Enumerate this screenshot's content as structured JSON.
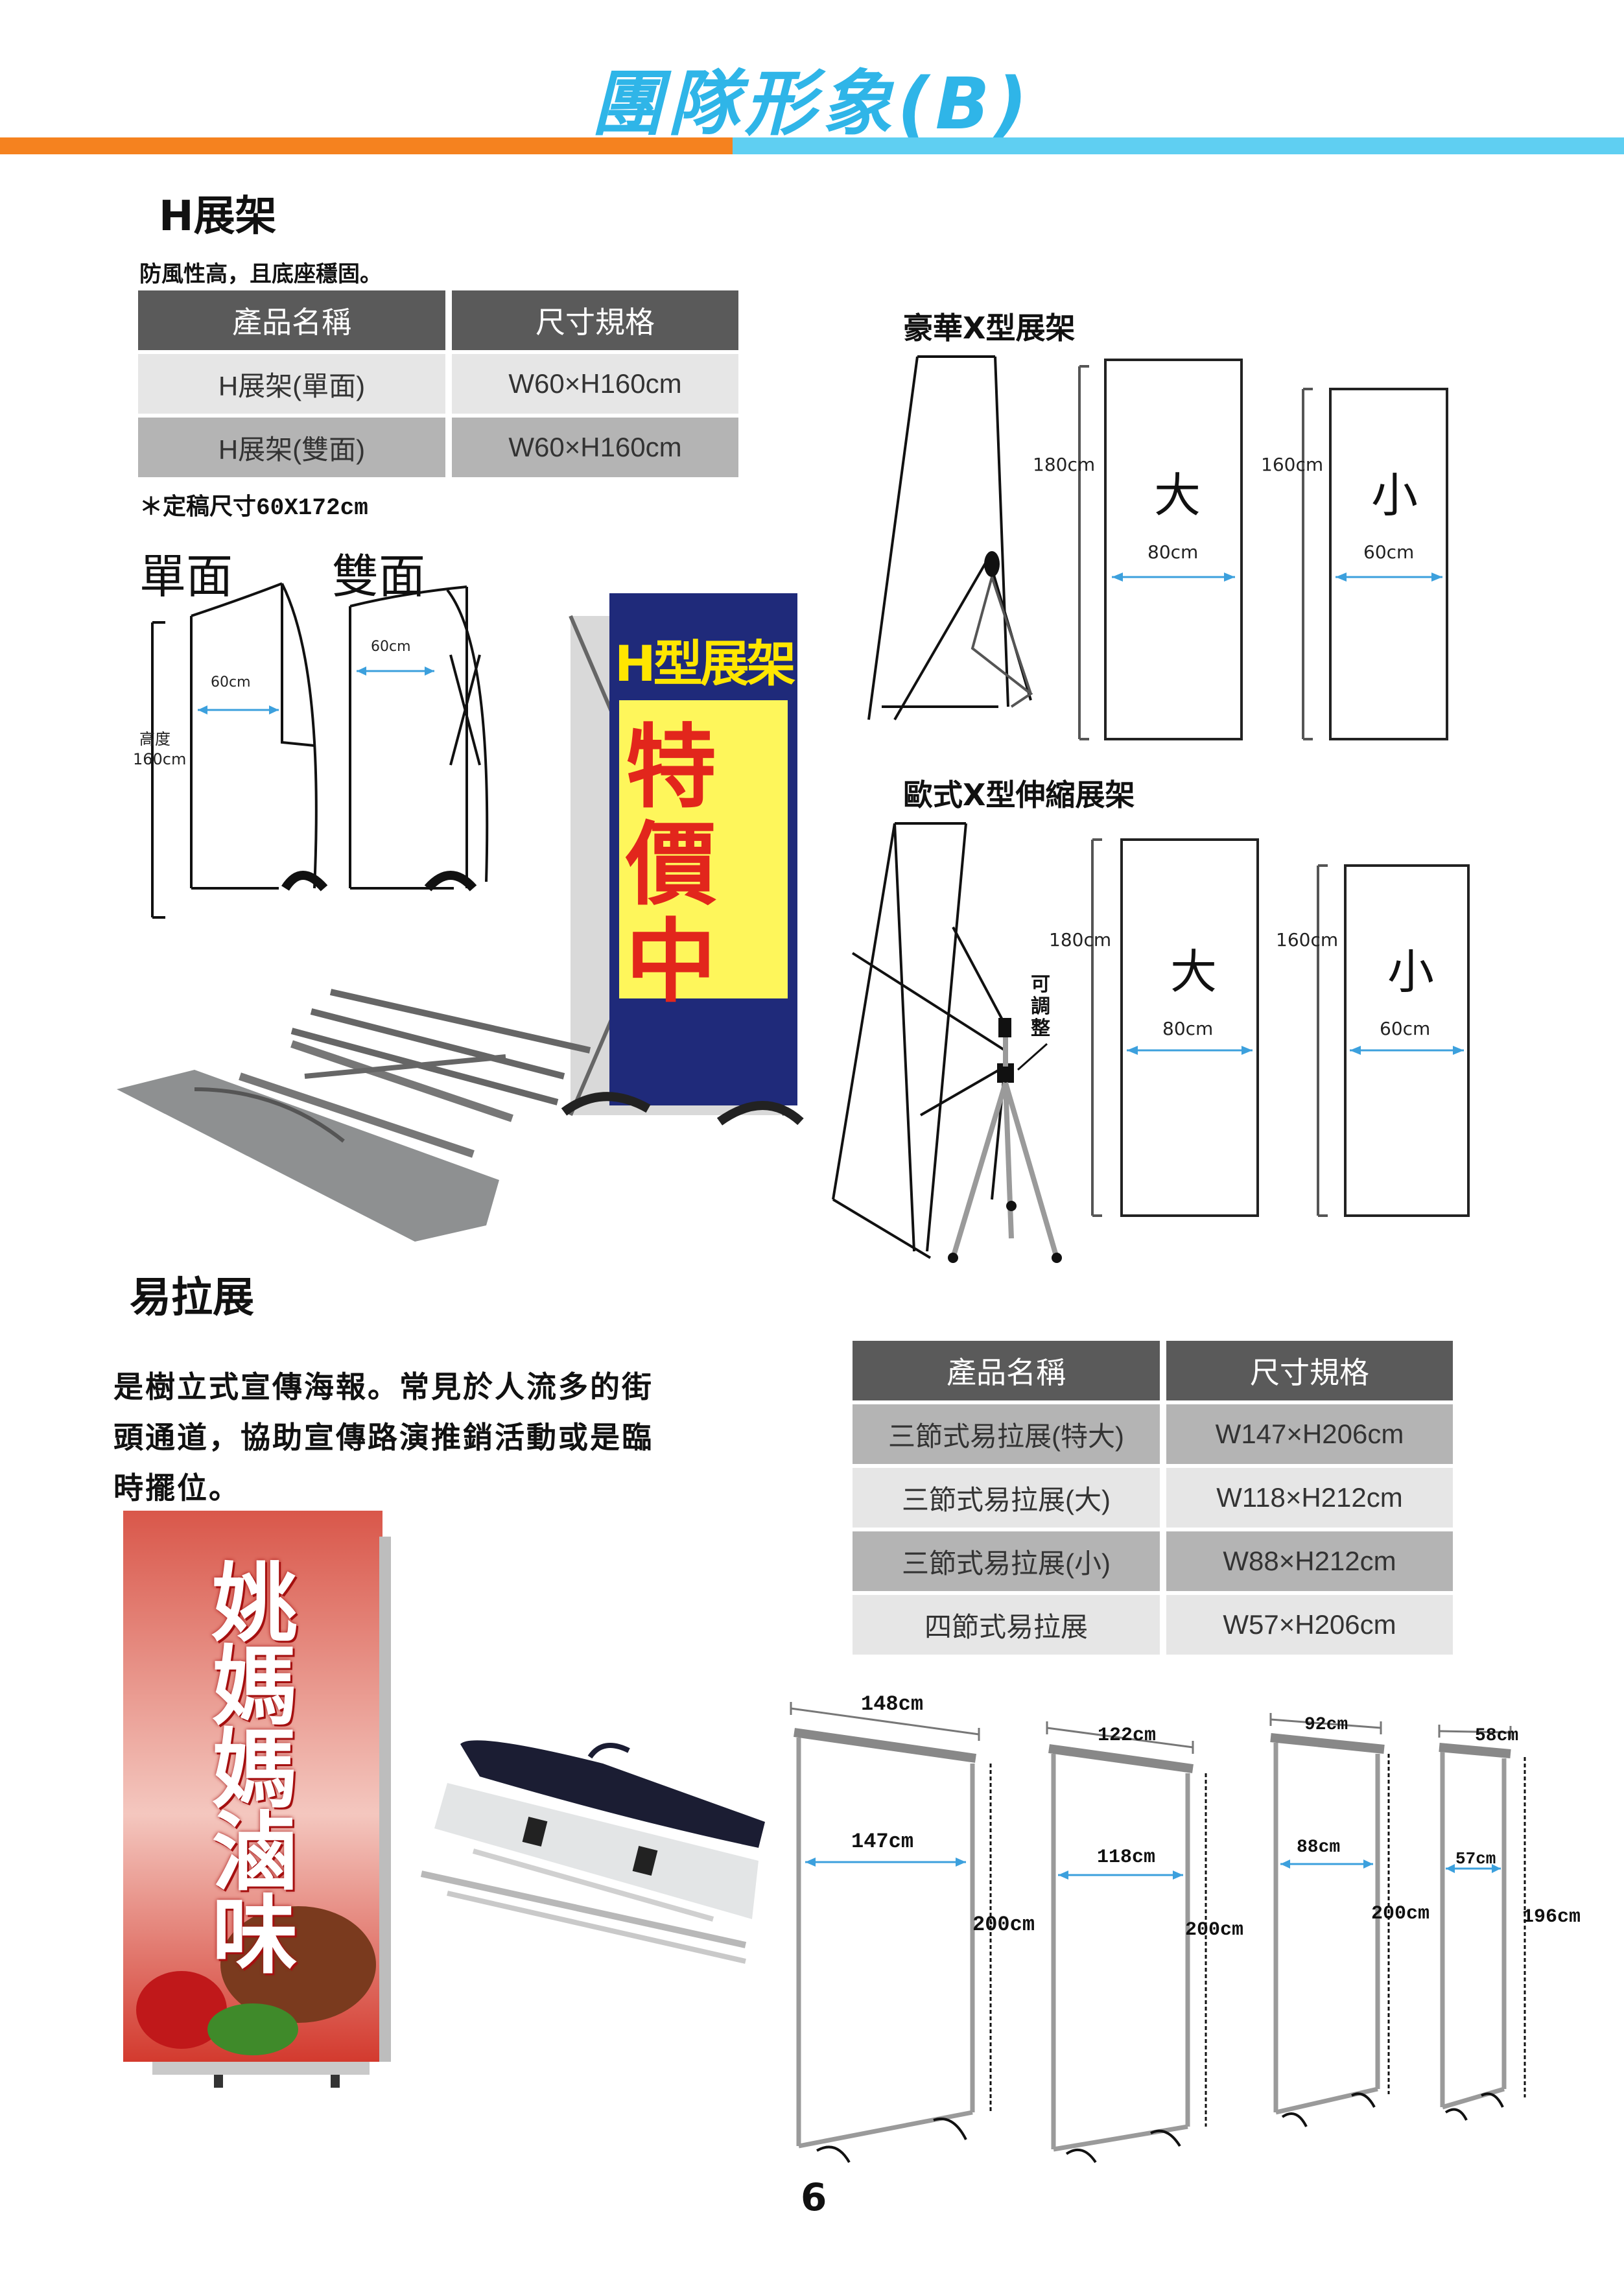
{
  "header": {
    "title": "團隊形象(B)"
  },
  "h_stand": {
    "heading": "H展架",
    "desc": "防風性高，且底座穩固。",
    "table_headers": [
      "產品名稱",
      "尺寸規格"
    ],
    "rows": [
      {
        "name": "H展架(單面)",
        "size": "W60×H160cm"
      },
      {
        "name": "H展架(雙面)",
        "size": "W60×H160cm"
      }
    ],
    "note": "＊定稿尺寸60X172cm",
    "single_label": "單面",
    "double_label": "雙面",
    "width_single": "60cm",
    "width_double": "60cm",
    "height_label_1": "高度",
    "height_label_2": "160cm",
    "poster_title": "H型展架",
    "poster_chars": [
      "特",
      "價",
      "中"
    ]
  },
  "x_stand": {
    "deluxe_heading": "豪華X型展架",
    "euro_heading": "歐式X型伸縮展架",
    "large": "大",
    "small": "小",
    "deluxe_large_h": "180cm",
    "deluxe_large_w": "80cm",
    "deluxe_small_h": "160cm",
    "deluxe_small_w": "60cm",
    "euro_large_h": "180cm",
    "euro_large_w": "80cm",
    "euro_small_h": "160cm",
    "euro_small_w": "60cm",
    "adjustable": [
      "可",
      "調",
      "整"
    ]
  },
  "rollup": {
    "heading": "易拉展",
    "desc_lines": [
      "是樹立式宣傳海報。常見於人流多的街",
      "頭通道，協助宣傳路演推銷活動或是臨",
      "時擺位。"
    ],
    "table_headers": [
      "產品名稱",
      "尺寸規格"
    ],
    "rows": [
      {
        "name": "三節式易拉展(特大)",
        "size": "W147×H206cm"
      },
      {
        "name": "三節式易拉展(大)",
        "size": "W118×H212cm"
      },
      {
        "name": "三節式易拉展(小)",
        "size": "W88×H212cm"
      },
      {
        "name": "四節式易拉展",
        "size": "W57×H206cm"
      }
    ],
    "banner_chars": [
      "姚",
      "媽",
      "媽",
      "滷",
      "味"
    ],
    "diagrams": [
      {
        "top": "148cm",
        "inner": "147cm",
        "height": "200cm"
      },
      {
        "top": "122cm",
        "inner": "118cm",
        "height": "200cm"
      },
      {
        "top": "92cm",
        "inner": "88cm",
        "height": "200cm"
      },
      {
        "top": "58cm",
        "inner": "57cm",
        "height": "196cm"
      }
    ]
  },
  "page_number": "6"
}
